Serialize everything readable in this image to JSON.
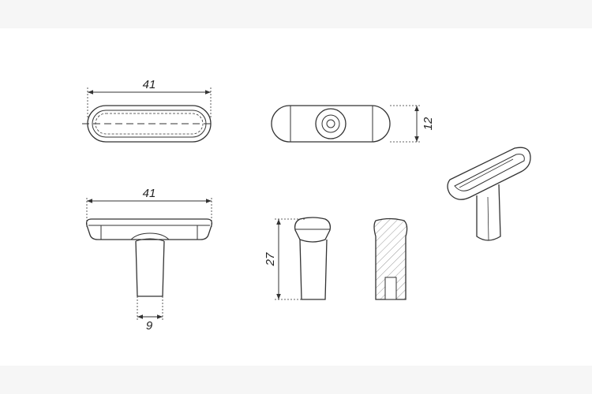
{
  "drawing": {
    "top_view_width": "41",
    "front_view_width": "41",
    "stem_width": "9",
    "side_height": "12",
    "total_height": "27"
  },
  "colors": {
    "line": "#333333",
    "thin": "#555555",
    "hatch": "#9a9a9a",
    "band": "#f6f6f6"
  }
}
